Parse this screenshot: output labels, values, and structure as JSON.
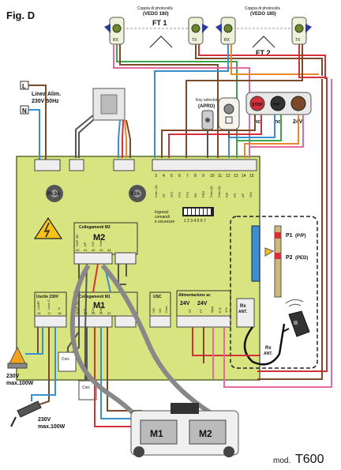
{
  "figure": {
    "title": "Fig. D",
    "model_prefix": "mod.",
    "model_name": "T600"
  },
  "photocells": {
    "couple_left_caption": "Coppia di photocells",
    "couple_left_sub": "(VEDO 180)",
    "ft1_label": "FT 1",
    "couple_right_caption": "Coppia di photocells",
    "couple_right_sub": "(VEDO 180)",
    "ft2_label": "FT 2",
    "cell_labels": [
      "RX",
      "TX",
      "RX",
      "TX"
    ]
  },
  "power_line": {
    "l_label": "L",
    "n_label": "N",
    "label_1": "Linea Alim.",
    "label_2": "230V 50Hz"
  },
  "fuses": {
    "f1": "F6.3A",
    "f2": "F2A"
  },
  "key_selector": {
    "title": "Key selector",
    "sub": "(APRO)"
  },
  "pushbuttons": {
    "stop": "STOP",
    "pp": "P/P",
    "nc": "nc",
    "no": "no",
    "v24": "24V"
  },
  "board_terminals": {
    "top_numbers": [
      "3",
      "4",
      "5",
      "6",
      "7",
      "8",
      "9",
      "10",
      "11",
      "12",
      "13",
      "14",
      "15"
    ],
    "top_names": [
      "Com. (0)",
      "ST",
      "ST2",
      "FT1",
      "FT2",
      "RX",
      "PED",
      "Com.(0)",
      "Com.(0)",
      "P/P",
      "PC",
      "AP",
      "24V"
    ],
    "jumper_labels": [
      "Ingressi",
      "comandi",
      "e sicurezze"
    ],
    "dip_numbers": "1 2 3 4 5 6 7"
  },
  "m2_block": {
    "header": "Collegamenti M2",
    "title": "M2",
    "numbers": [
      "40",
      "41",
      "42",
      "43",
      "44"
    ],
    "names": [
      "CAP. M2",
      "AP",
      "CH",
      "Com.",
      ""
    ]
  },
  "m1_block": {
    "header": "Collegamenti M1",
    "title": "M1",
    "numbers": [
      "18",
      "19",
      "20",
      "21",
      "22"
    ],
    "names": [
      "CAP. M1",
      "AP",
      "CH",
      "Com.",
      ""
    ]
  },
  "uscite": {
    "header": "Uscite 230V",
    "numbers": [
      "16",
      "17",
      "18"
    ],
    "names": [
      "LAMP.",
      "Luce C.",
      "N"
    ]
  },
  "usc_block": {
    "header": "USC",
    "names": [
      "NO",
      "NC",
      "Com."
    ]
  },
  "alim_block": {
    "header": "Alimentazione ac",
    "v1": "24V",
    "v2": "24V",
    "names": [
      "ST",
      "FT",
      "Spia",
      "E.S.",
      "12V"
    ]
  },
  "radio": {
    "receiver_label": "Rx",
    "receiver_sub": "ANT.",
    "antenna_label": "Rx",
    "antenna_sub": "ANT."
  },
  "remote_buttons": {
    "p1": "P1",
    "p1_sub": "(P/P)",
    "p2": "P2",
    "p2_sub": "(PED)"
  },
  "capacitors": {
    "c1": "Con.",
    "c2": "Con."
  },
  "lamps": {
    "lamp1_v": "230V",
    "lamp1_w": "max.100W",
    "lamp2_v": "230V",
    "lamp2_w": "max.100W"
  },
  "motors": {
    "m1": "M1",
    "m2": "M2"
  },
  "colors": {
    "board": "#d7e480",
    "board_border": "#5a6b2a",
    "wire_red": "#d4303a",
    "wire_blue": "#3a8fd0",
    "wire_brown": "#7a4a2a",
    "wire_pink": "#e46aa0",
    "wire_orange": "#e88a2c",
    "wire_green": "#3aa84a",
    "wire_grey": "#7a7a7a"
  }
}
